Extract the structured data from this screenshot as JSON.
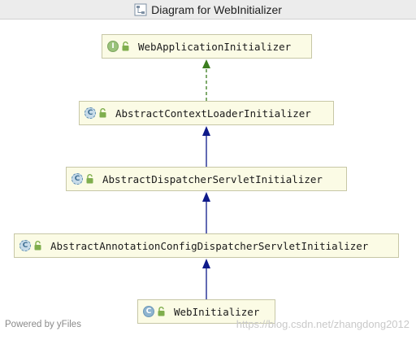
{
  "window": {
    "title": "Diagram for WebInitializer",
    "title_icon": "class-diagram-icon"
  },
  "nodes": [
    {
      "id": "web-application-initializer",
      "label": "WebApplicationInitializer",
      "kind": "interface",
      "kind_letter": "I"
    },
    {
      "id": "abstract-context-loader-initializer",
      "label": "AbstractContextLoaderInitializer",
      "kind": "abstract-class",
      "kind_letter": "C"
    },
    {
      "id": "abstract-dispatcher-servlet-initializer",
      "label": "AbstractDispatcherServletInitializer",
      "kind": "abstract-class",
      "kind_letter": "C"
    },
    {
      "id": "abstract-annotation-config-dispatcher-servlet-initializer",
      "label": "AbstractAnnotationConfigDispatcherServletInitializer",
      "kind": "abstract-class",
      "kind_letter": "C"
    },
    {
      "id": "web-initializer",
      "label": "WebInitializer",
      "kind": "class",
      "kind_letter": "C"
    }
  ],
  "edges": [
    {
      "from": "abstract-context-loader-initializer",
      "to": "web-application-initializer",
      "type": "implements"
    },
    {
      "from": "abstract-dispatcher-servlet-initializer",
      "to": "abstract-context-loader-initializer",
      "type": "extends"
    },
    {
      "from": "abstract-annotation-config-dispatcher-servlet-initializer",
      "to": "abstract-dispatcher-servlet-initializer",
      "type": "extends"
    },
    {
      "from": "web-initializer",
      "to": "abstract-annotation-config-dispatcher-servlet-initializer",
      "type": "extends"
    }
  ],
  "footer": {
    "powered_by": "Powered by yFiles",
    "watermark": "https://blog.csdn.net/zhangdong2012"
  },
  "colors": {
    "node_fill": "#fbfbe5",
    "node_border": "#c7c7a6",
    "extends_arrow": "#0e1a8a",
    "implements_arrow": "#3b7d1e",
    "lock_icon": "#7fae4d"
  }
}
